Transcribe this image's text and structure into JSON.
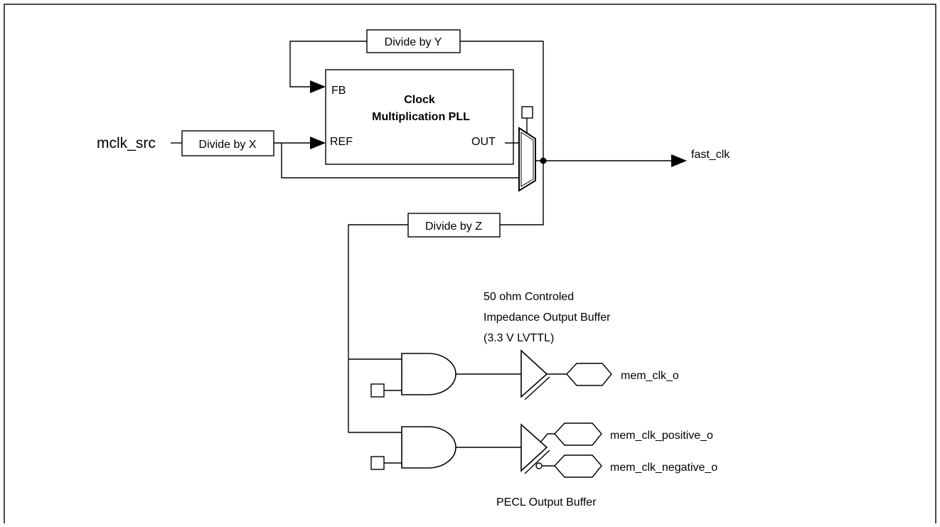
{
  "pll": {
    "title_line1": "Clock",
    "title_line2": "Multiplication PLL",
    "port_fb": "FB",
    "port_ref": "REF",
    "port_out": "OUT"
  },
  "dividers": {
    "y": "Divide by Y",
    "x": "Divide by X",
    "z": "Divide by Z"
  },
  "signals": {
    "input": "mclk_src",
    "fast": "fast_clk",
    "mem_clk": "mem_clk_o",
    "mem_pos": "mem_clk_positive_o",
    "mem_neg": "mem_clk_negative_o"
  },
  "buffers": {
    "lvttl_line1": "50 ohm Controled",
    "lvttl_line2": "Impedance Output Buffer",
    "lvttl_line3": "(3.3 V LVTTL)",
    "pecl": "PECL Output Buffer"
  }
}
